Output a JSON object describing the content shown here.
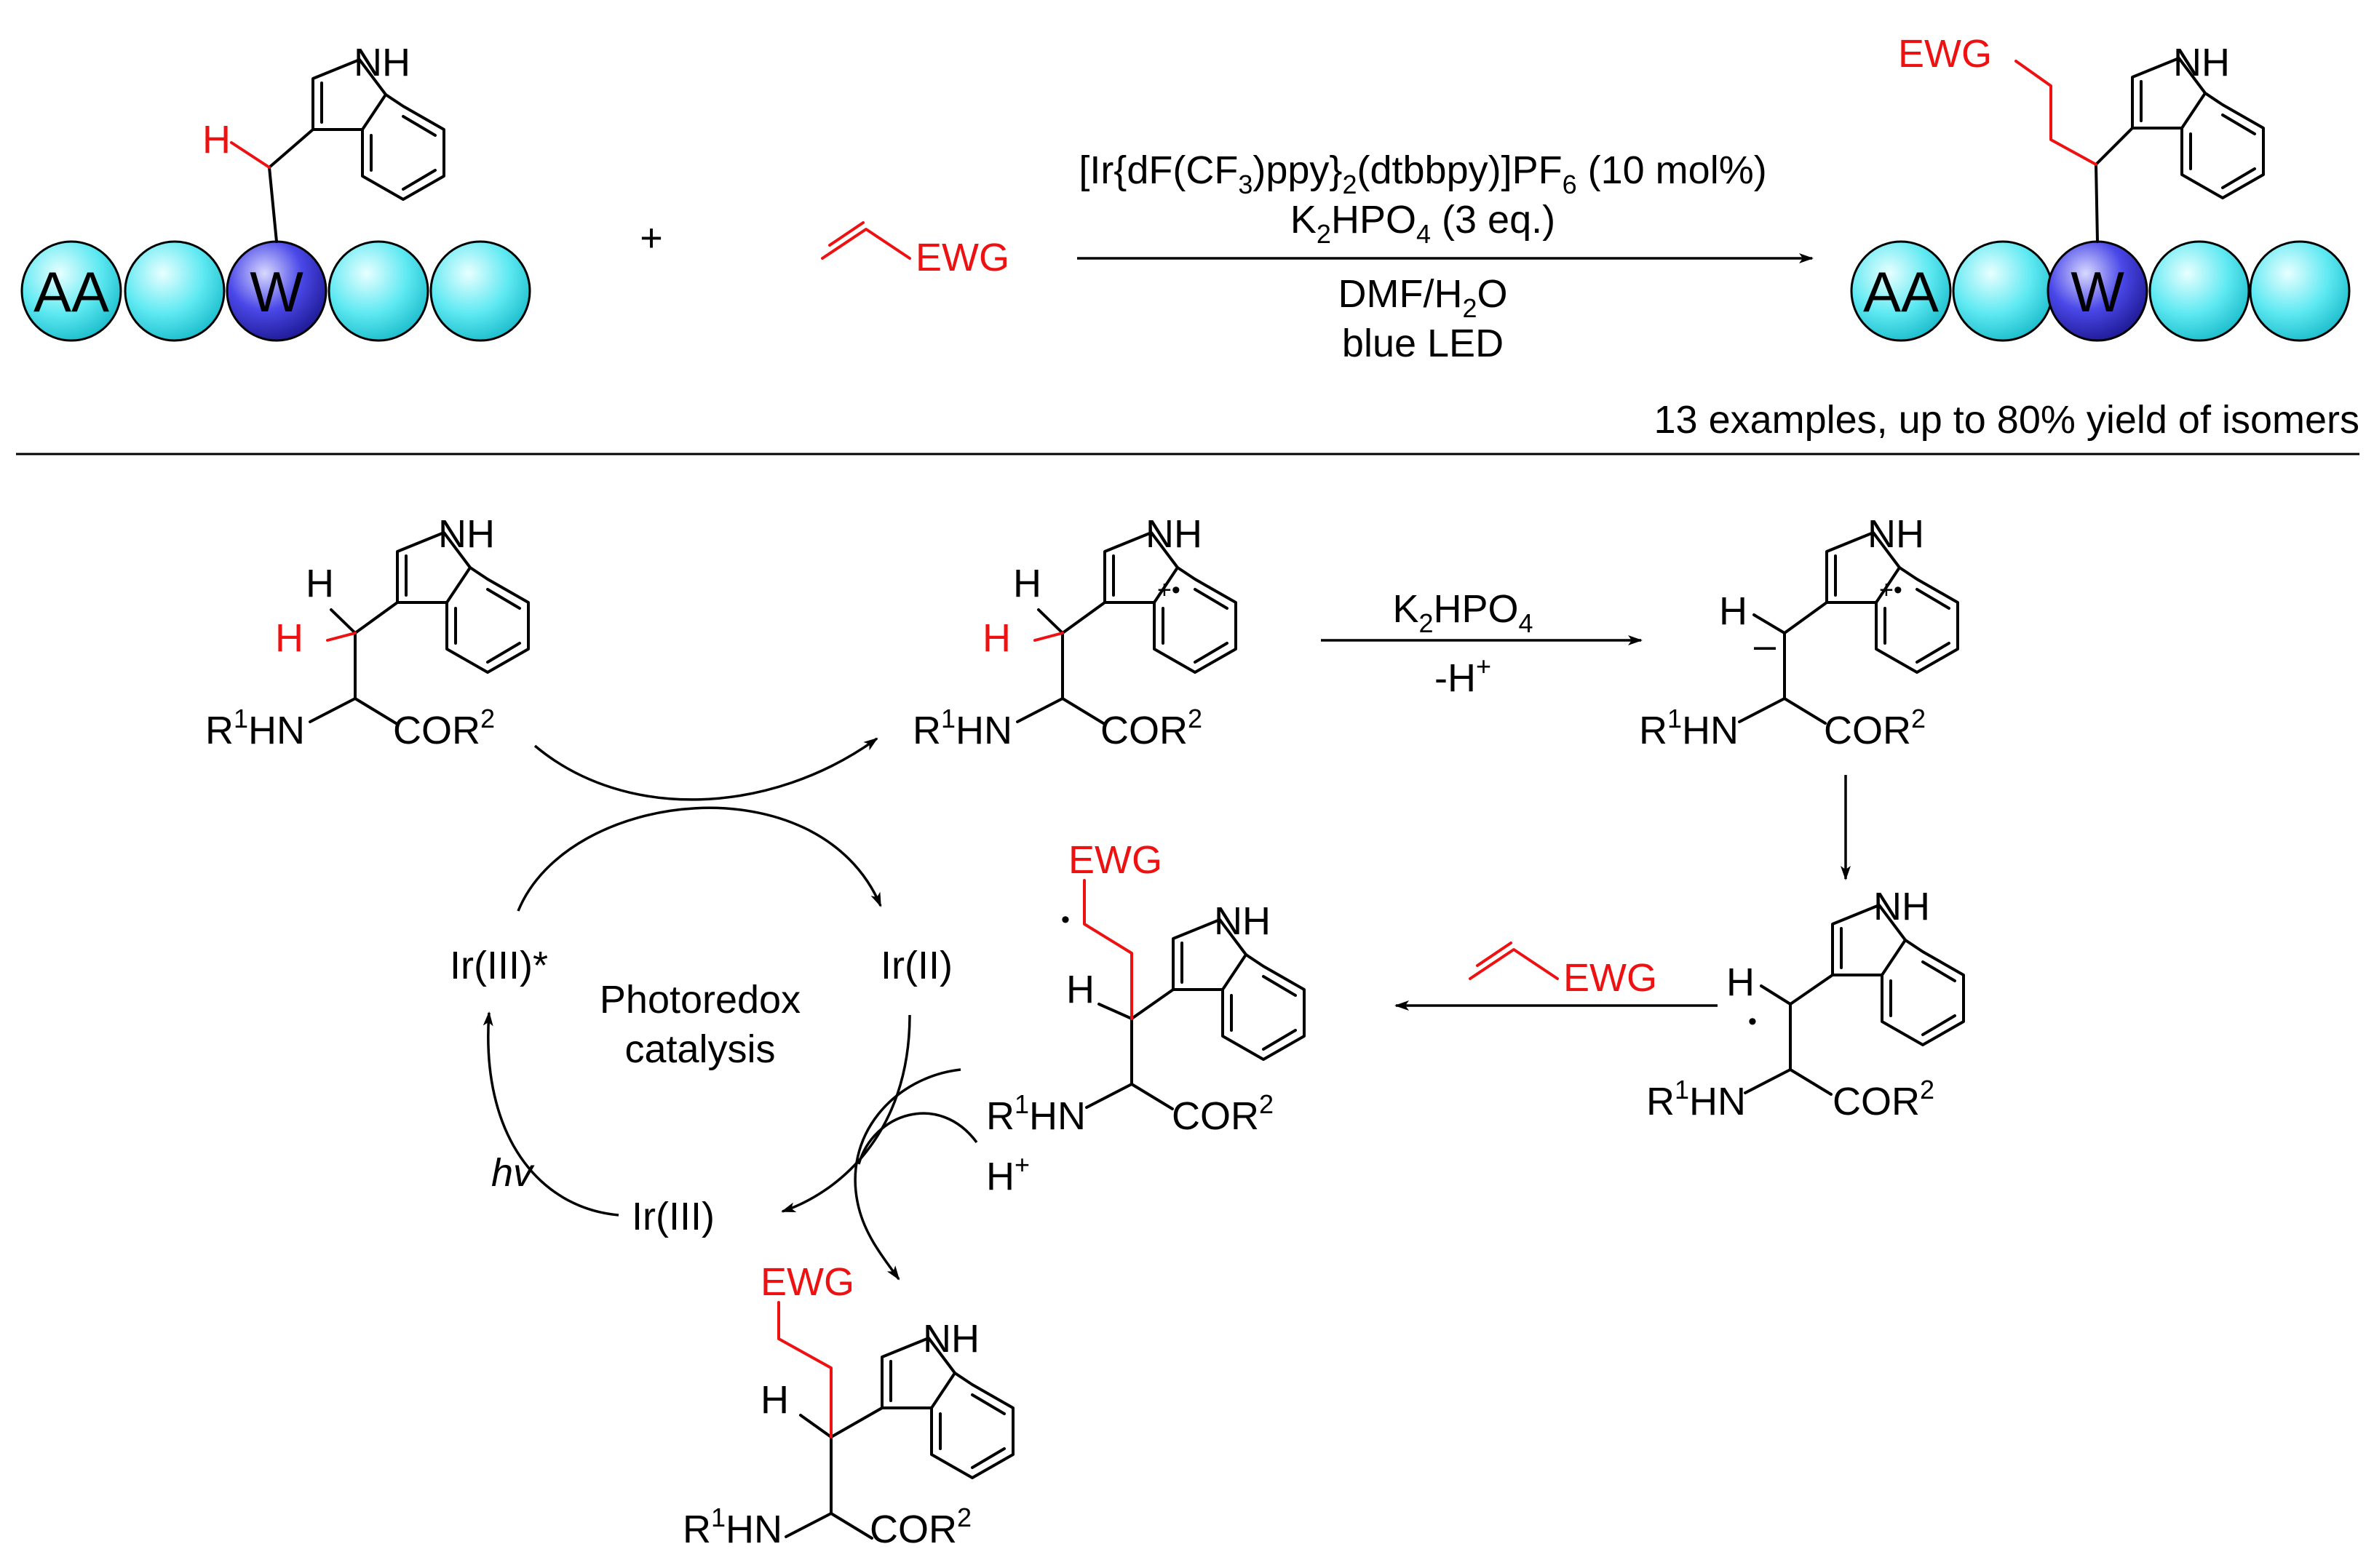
{
  "colors": {
    "highlight": "#ee1111",
    "bead": "#38e0ec",
    "bead_trp": "#2f2ad8",
    "text": "#000000"
  },
  "peptide": {
    "aa_label": "AA",
    "trp_label": "W"
  },
  "labels": {
    "plus": "+",
    "ewg": "EWG",
    "nh": "NH",
    "h": "H",
    "h_plus": "H",
    "plus_charge": "+",
    "radical_cation": "+•",
    "minus": "–",
    "radical_dot": "•"
  },
  "conditions": {
    "catalyst": "[Ir{dF(CF3)ppy}2(dtbbpy)]PF6 (10 mol%)",
    "catalyst_parts": [
      "[Ir{dF(CF",
      "3",
      ")ppy}",
      "2",
      "(dtbbpy)]PF",
      "6",
      " (10 mol%)"
    ],
    "base_parts": [
      "K",
      "2",
      "HPO",
      "4",
      " (3 eq.)"
    ],
    "solvent_parts": [
      "DMF/H",
      "2",
      "O"
    ],
    "light": "blue LED",
    "scope": "13 examples, up to 80% yield of isomers"
  },
  "mechanism": {
    "base_step_parts": [
      "K",
      "2",
      "HPO",
      "4"
    ],
    "deprotonation": "-H",
    "deprotonation_sup": "+",
    "amine_parts": [
      "R",
      "1",
      "HN"
    ],
    "ester_parts": [
      "COR",
      "2"
    ],
    "cycle_center_line1": "Photoredox",
    "cycle_center_line2": "catalysis",
    "ir_excited": "Ir(III)*",
    "ir_reduced": "Ir(II)",
    "ir_ground": "Ir(III)",
    "light_label": "hv"
  }
}
